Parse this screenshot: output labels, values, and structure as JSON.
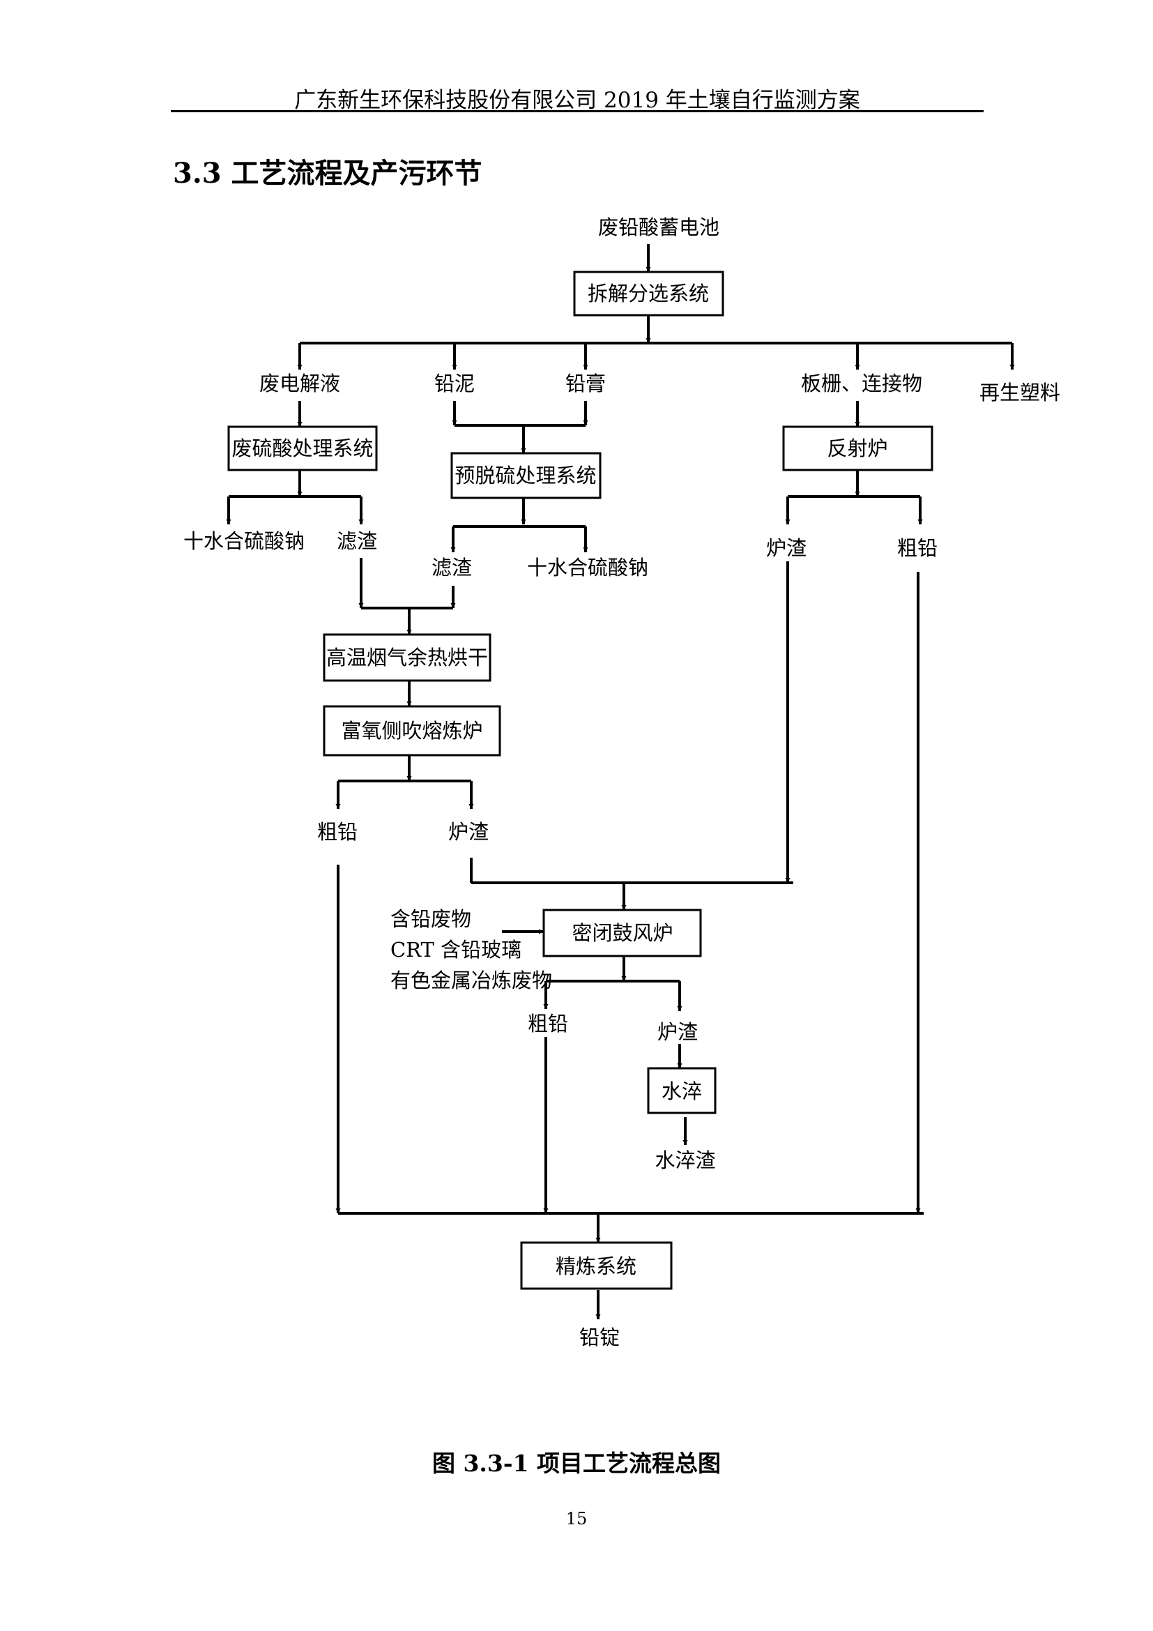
{
  "header": {
    "title": "广东新生环保科技股份有限公司 2019 年土壤自行监测方案"
  },
  "section": {
    "title": "3.3 工艺流程及产污环节"
  },
  "flow": {
    "nodes": {
      "waste_battery": "废铅酸蓄电池",
      "dismantle": "拆解分选系统",
      "waste_electrolyte": "废电解液",
      "lead_mud": "铅泥",
      "lead_paste": "铅膏",
      "grid": "板栅、连接物",
      "recycled_plastic": "再生塑料",
      "waste_acid_system": "废硫酸处理系统",
      "desulfur_system": "预脱硫处理系统",
      "reverb_furnace": "反射炉",
      "sodium_sulfate_1": "十水合硫酸钠",
      "filter_residue_1": "滤渣",
      "filter_residue_2": "滤渣",
      "sodium_sulfate_2": "十水合硫酸钠",
      "furnace_slag_1": "炉渣",
      "crude_lead_1": "粗铅",
      "drying": "高温烟气余热烘干",
      "smelting": "富氧侧吹熔炼炉",
      "crude_lead_2": "粗铅",
      "furnace_slag_2": "炉渣",
      "input_1": "含铅废物",
      "input_2": "CRT 含铅玻璃",
      "input_3": "有色金属冶炼废物",
      "blast_furnace": "密闭鼓风炉",
      "crude_lead_3": "粗铅",
      "furnace_slag_3": "炉渣",
      "quench": "水淬",
      "quench_slag": "水淬渣",
      "refining": "精炼系统",
      "ingot": "铅锭"
    }
  },
  "caption": "图 3.3-1  项目工艺流程总图",
  "page_number": "15"
}
